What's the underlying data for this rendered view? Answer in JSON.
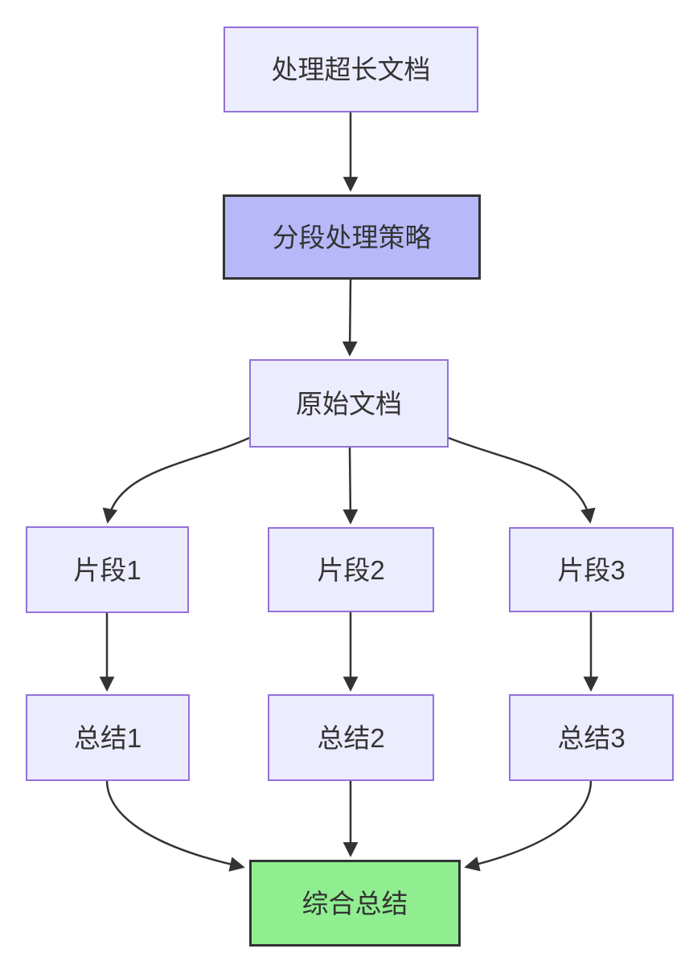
{
  "diagram": {
    "type": "flowchart",
    "direction": "top-down",
    "colors": {
      "node_fill": "#ECECFF",
      "node_border": "#9370DB",
      "emphasis_purple_fill": "#B6B8F8",
      "emphasis_green_fill": "#90EE90",
      "emphasis_border": "#333333",
      "edge": "#333333",
      "text": "#333333",
      "background": "#FFFFFF"
    },
    "nodes": [
      {
        "id": "A",
        "label": "处理超长文档",
        "style": "default"
      },
      {
        "id": "B",
        "label": "分段处理策略",
        "style": "emphasis-purple"
      },
      {
        "id": "C",
        "label": "原始文档",
        "style": "default"
      },
      {
        "id": "D1",
        "label": "片段1",
        "style": "default"
      },
      {
        "id": "D2",
        "label": "片段2",
        "style": "default"
      },
      {
        "id": "D3",
        "label": "片段3",
        "style": "default"
      },
      {
        "id": "E1",
        "label": "总结1",
        "style": "default"
      },
      {
        "id": "E2",
        "label": "总结2",
        "style": "default"
      },
      {
        "id": "E3",
        "label": "总结3",
        "style": "default"
      },
      {
        "id": "F",
        "label": "综合总结",
        "style": "emphasis-green"
      }
    ],
    "edges": [
      {
        "from": "处理超长文档",
        "to": "分段处理策略"
      },
      {
        "from": "分段处理策略",
        "to": "原始文档"
      },
      {
        "from": "原始文档",
        "to": "片段1"
      },
      {
        "from": "原始文档",
        "to": "片段2"
      },
      {
        "from": "原始文档",
        "to": "片段3"
      },
      {
        "from": "片段1",
        "to": "总结1"
      },
      {
        "from": "片段2",
        "to": "总结2"
      },
      {
        "from": "片段3",
        "to": "总结3"
      },
      {
        "from": "总结1",
        "to": "综合总结"
      },
      {
        "from": "总结2",
        "to": "综合总结"
      },
      {
        "from": "总结3",
        "to": "综合总结"
      }
    ]
  }
}
